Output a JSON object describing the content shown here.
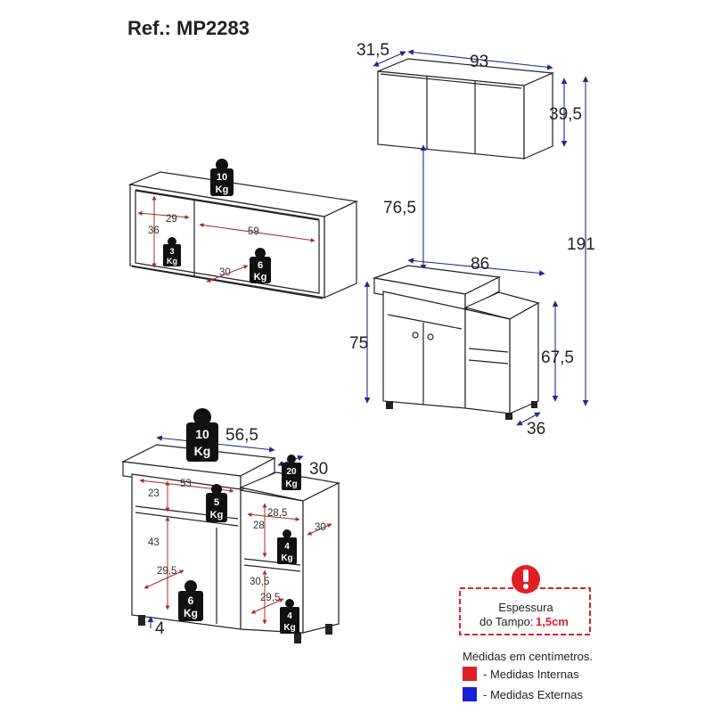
{
  "title": "Ref.: MP2283",
  "colors": {
    "internal": "#e01f25",
    "external": "#1a1fd6",
    "warning": "#e01f25",
    "arrow_external": "#1f2a8c",
    "arrow_internal": "#b0282a"
  },
  "external_dims": {
    "wall_depth": "31,5",
    "wall_width": "93",
    "wall_height": "39,5",
    "gap": "76,5",
    "total_height": "191",
    "base_width": "86",
    "base_height": "75",
    "side_height": "67,5",
    "side_depth": "36",
    "open_width": "56,5",
    "open_depth": "30",
    "foot": "4"
  },
  "internal_dims": {
    "shelf_left_width": "29",
    "shelf_left_height": "36",
    "shelf_right_width": "59",
    "shelf_depth": "30",
    "top_inner_width": "53",
    "upper_compartment": "23",
    "lower_compartment": "43",
    "lower_depth": "29,5",
    "side_width": "28,5",
    "side_top_height": "28",
    "side_depth": "30",
    "side_bottom_height": "30,5",
    "side_bottom_depth": "29,5"
  },
  "weights": {
    "shelf_top": [
      "10",
      "Kg"
    ],
    "shelf_left": [
      "3",
      "Kg"
    ],
    "shelf_right": [
      "6",
      "Kg"
    ],
    "base_top": [
      "10",
      "Kg"
    ],
    "side_top": [
      "20",
      "Kg"
    ],
    "base_shelf": [
      "5",
      "Kg"
    ],
    "side_mid": [
      "4",
      "Kg"
    ],
    "base_bottom": [
      "6",
      "Kg"
    ],
    "side_bottom": [
      "4",
      "Kg"
    ]
  },
  "note": {
    "line1": "Espessura",
    "line2_prefix": "do Tampo:",
    "line2_value": "1,5cm",
    "icon": "exclamation-icon"
  },
  "legend": {
    "heading": "Medidas em centímetros.",
    "items": [
      {
        "label": "- Medidas Internas",
        "color": "#e01f25"
      },
      {
        "label": "- Medidas Externas",
        "color": "#1a1fd6"
      }
    ]
  }
}
